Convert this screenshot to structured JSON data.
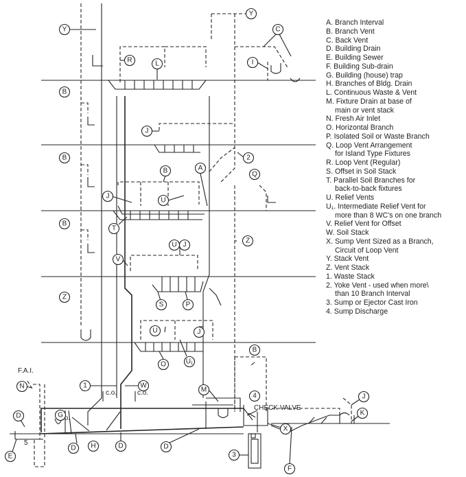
{
  "labels": {
    "fai": "F.A.I.",
    "co1": "c.o.",
    "co2": "c.o.",
    "co3": "c.o.",
    "check_valve": "CHECK VALVE",
    "five": "5"
  },
  "callouts": {
    "Y1": "Y",
    "Y2": "Y",
    "C": "C",
    "R": "R",
    "L": "L",
    "I": "I",
    "B1": "B",
    "J1": "J",
    "A": "A",
    "2": "2",
    "B2": "B",
    "B3": "B",
    "Q": "Q",
    "J2": "J",
    "U1": "U",
    "T": "T",
    "B4": "B",
    "U2": "U",
    "J3": "J",
    "Z1": "Z",
    "V": "V",
    "S": "S",
    "P": "P",
    "Z2": "Z",
    "U3": "U",
    "J4": "J",
    "O": "O",
    "U4": "U₁",
    "B5": "B",
    "1": "1",
    "W": "W",
    "M": "M",
    "4": "4",
    "N": "N",
    "G": "G",
    "D1": "D",
    "E": "E",
    "D2": "D",
    "H": "H",
    "D3": "D",
    "D4": "D",
    "X": "X",
    "J5": "J",
    "K": "K",
    "3": "3",
    "F": "F"
  },
  "legend": [
    "A. Branch Interval",
    "B. Branch Vent",
    "C. Back Vent",
    "D. Building Drain",
    "E. Building Sewer",
    "F. Building Sub-drain",
    "G. Building (house) trap",
    "H. Branches of Bldg. Drain",
    "L. Continuous Waste & Vent",
    "M. Fixture Drain at base of",
    "main or vent stack",
    "N. Fresh Air Inlet",
    "O. Horizontal Branch",
    "P. Isolated Soil or Waste Branch",
    "Q. Loop Vent Arrangement",
    "for Island Type Fixtures",
    "R. Loop Vent (Regular)",
    "S. Offset in Soil Stack",
    "T. Parallel Soil Branches for",
    "back-to-back fixtures",
    "U. Relief Vents",
    "U₁. Intermediate Relief Vent for",
    "more than 8 WC's on one branch",
    "V. Relief Vent for Offset",
    "W. Soil Stack",
    "X. Sump Vent Sized as a Branch,",
    "Circuit of Loop Vent",
    "Y. Stack Vent",
    "Z. Vent Stack",
    "1. Waste Stack",
    "2. Yoke Vent - used when more\\",
    "than 10 Branch Interval",
    "3. Sump or Ejector Cast Iron",
    "4. Sump Discharge"
  ]
}
